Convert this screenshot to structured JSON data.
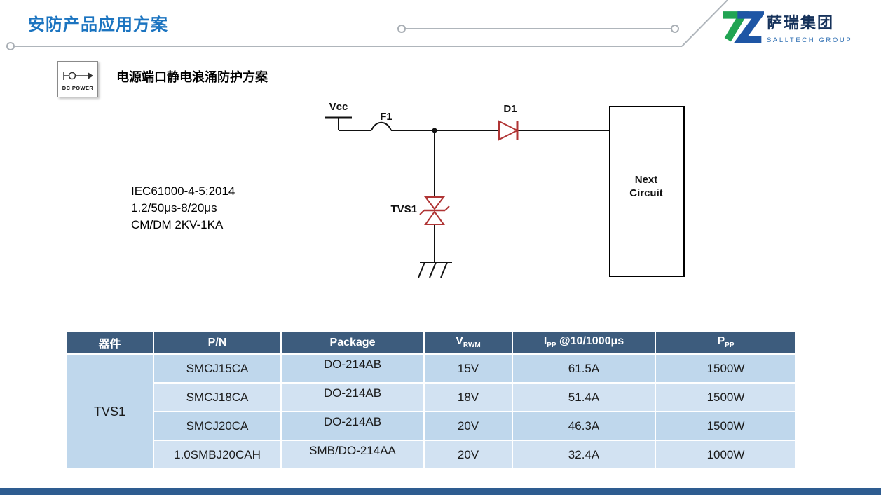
{
  "colors": {
    "title_blue": "#1B74C0",
    "table_header_bg": "#3D5C7D",
    "row_band_dark": "#BFD7EC",
    "row_band_light": "#D2E2F2",
    "diode_red": "#B03535",
    "bottom_bar_blue": "#2E5C90",
    "logo_green": "#21A453",
    "logo_blue": "#1E56A5"
  },
  "header": {
    "title": "安防产品应用方案"
  },
  "logo": {
    "name_cn": "萨瑞集团",
    "name_en": "SALLTECH GROUP"
  },
  "section": {
    "icon_label": "DC POWER",
    "title": "电源端口静电浪涌防护方案"
  },
  "circuit": {
    "vcc_label": "Vcc",
    "fuse_label": "F1",
    "diode_label": "D1",
    "tvs_label": "TVS1",
    "next_circuit": {
      "line1": "Next",
      "line2": "Circuit"
    },
    "standard": [
      "IEC61000-4-5:2014",
      "1.2/50μs-8/20μs",
      "CM/DM 2KV-1KA"
    ]
  },
  "table": {
    "headers": [
      {
        "text": "器件"
      },
      {
        "text": "P/N"
      },
      {
        "text": "Package"
      },
      {
        "main": "V",
        "sub": "RWM",
        "rest": ""
      },
      {
        "main": "I",
        "sub": "PP",
        "rest": " @10/1000μs"
      },
      {
        "main": "P",
        "sub": "PP",
        "rest": ""
      }
    ],
    "component": "TVS1",
    "rows": [
      {
        "pn": "SMCJ15CA",
        "package": "DO-214AB",
        "vrwm": "15V",
        "ipp": "61.5A",
        "ppp": "1500W"
      },
      {
        "pn": "SMCJ18CA",
        "package": "DO-214AB",
        "vrwm": "18V",
        "ipp": "51.4A",
        "ppp": "1500W"
      },
      {
        "pn": "SMCJ20CA",
        "package": "DO-214AB",
        "vrwm": "20V",
        "ipp": "46.3A",
        "ppp": "1500W"
      },
      {
        "pn": "1.0SMBJ20CAH",
        "package": "SMB/DO-214AA",
        "vrwm": "20V",
        "ipp": "32.4A",
        "ppp": "1000W"
      }
    ]
  }
}
